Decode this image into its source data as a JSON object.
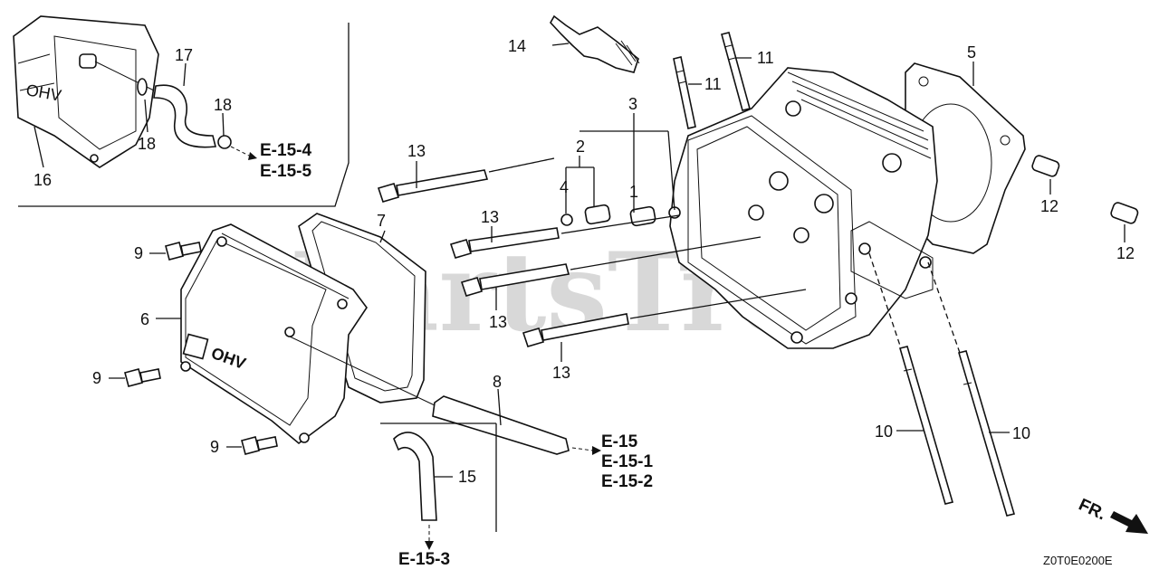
{
  "watermark": "PartsTree",
  "part_labels": {
    "p1": "1",
    "p2": "2",
    "p3": "3",
    "p4": "4",
    "p5": "5",
    "p6": "6",
    "p7": "7",
    "p8": "8",
    "p9a": "9",
    "p9b": "9",
    "p9c": "9",
    "p10a": "10",
    "p10b": "10",
    "p11a": "11",
    "p11b": "11",
    "p12a": "12",
    "p12b": "12",
    "p13a": "13",
    "p13b": "13",
    "p13c": "13",
    "p13d": "13",
    "p14": "14",
    "p15": "15",
    "p16": "16",
    "p17": "17",
    "p18a": "18",
    "p18b": "18"
  },
  "references": {
    "e15_4": "E-15-4",
    "e15_5": "E-15-5",
    "e15": "E-15",
    "e15_1": "E-15-1",
    "e15_2": "E-15-2",
    "e15_3": "E-15-3"
  },
  "front_indicator": "FR.",
  "diagram_code": "Z0T0E0200E",
  "cover_logo": "OHV"
}
